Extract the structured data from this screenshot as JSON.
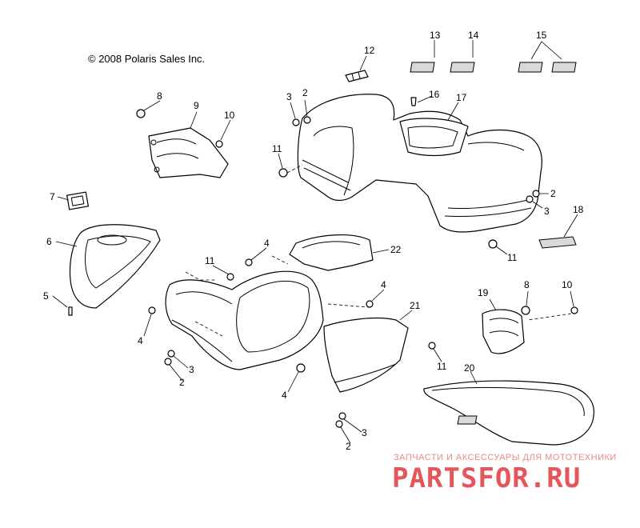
{
  "copyright": "© 2008 Polaris Sales Inc.",
  "callouts": [
    {
      "id": "c12",
      "text": "12"
    },
    {
      "id": "c13",
      "text": "13"
    },
    {
      "id": "c14",
      "text": "14"
    },
    {
      "id": "c15",
      "text": "15"
    },
    {
      "id": "c8a",
      "text": "8"
    },
    {
      "id": "c9",
      "text": "9"
    },
    {
      "id": "c10a",
      "text": "10"
    },
    {
      "id": "c3a",
      "text": "3"
    },
    {
      "id": "c2a",
      "text": "2"
    },
    {
      "id": "c16",
      "text": "16"
    },
    {
      "id": "c17",
      "text": "17"
    },
    {
      "id": "c11a",
      "text": "11"
    },
    {
      "id": "c2b",
      "text": "2"
    },
    {
      "id": "c3b",
      "text": "3"
    },
    {
      "id": "c18",
      "text": "18"
    },
    {
      "id": "c7",
      "text": "7"
    },
    {
      "id": "c6",
      "text": "6"
    },
    {
      "id": "c5",
      "text": "5"
    },
    {
      "id": "c4a",
      "text": "4"
    },
    {
      "id": "c22",
      "text": "22"
    },
    {
      "id": "c11b",
      "text": "11"
    },
    {
      "id": "c11c",
      "text": "11"
    },
    {
      "id": "c4b",
      "text": "4"
    },
    {
      "id": "c8b",
      "text": "8"
    },
    {
      "id": "c10b",
      "text": "10"
    },
    {
      "id": "c19",
      "text": "19"
    },
    {
      "id": "c21",
      "text": "21"
    },
    {
      "id": "c4c",
      "text": "4"
    },
    {
      "id": "c3c",
      "text": "3"
    },
    {
      "id": "c2c",
      "text": "2"
    },
    {
      "id": "c11d",
      "text": "11"
    },
    {
      "id": "c20",
      "text": "20"
    },
    {
      "id": "c4d",
      "text": "4"
    },
    {
      "id": "c3d",
      "text": "3"
    },
    {
      "id": "c2d",
      "text": "2"
    }
  ],
  "watermark": {
    "tagline": "ЗАПЧАСТИ И АКСЕССУАРЫ ДЛЯ МОТОТЕХНИКИ",
    "logo": "PARTSFOR.RU",
    "color": "#e5565a"
  }
}
